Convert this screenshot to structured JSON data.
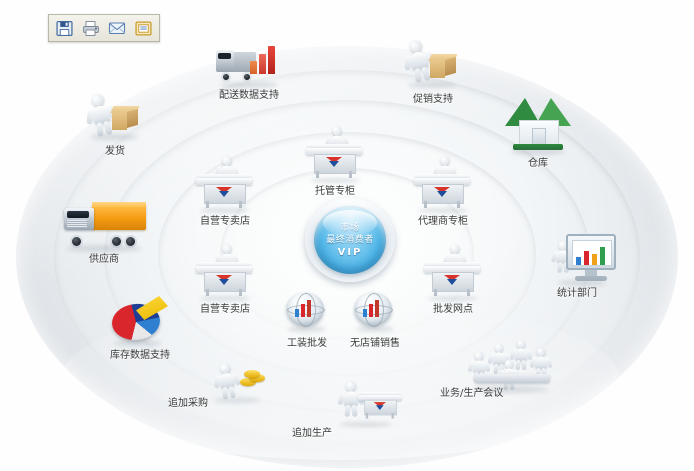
{
  "toolbar": {
    "buttons": [
      {
        "name": "save-button",
        "icon": "floppy-disk-icon",
        "title": "保存"
      },
      {
        "name": "print-button",
        "icon": "printer-icon",
        "title": "打印"
      },
      {
        "name": "email-button",
        "icon": "envelope-icon",
        "title": "发送邮件"
      },
      {
        "name": "export-button",
        "icon": "window-export-icon",
        "title": "导出"
      }
    ]
  },
  "center": {
    "line1": "市场",
    "line2": "最终消费者",
    "line3": "VIP"
  },
  "nodes": [
    {
      "id": "distribution-data-support",
      "label": "配送数据支持",
      "icon": "delivery-truck-chart-icon"
    },
    {
      "id": "promotion-support",
      "label": "促销支持",
      "icon": "person-box-icon"
    },
    {
      "id": "shipment",
      "label": "发货",
      "icon": "person-box-icon"
    },
    {
      "id": "warehouse",
      "label": "仓库",
      "icon": "house-icon"
    },
    {
      "id": "managed-counter",
      "label": "托管专柜",
      "icon": "counter-icon"
    },
    {
      "id": "self-operated-store-1",
      "label": "自营专卖店",
      "icon": "counter-icon"
    },
    {
      "id": "agent-counter",
      "label": "代理商专柜",
      "icon": "counter-icon"
    },
    {
      "id": "supplier",
      "label": "供应商",
      "icon": "cargo-truck-icon"
    },
    {
      "id": "self-operated-store-2",
      "label": "自营专卖店",
      "icon": "counter-icon"
    },
    {
      "id": "wholesale-outlet",
      "label": "批发网点",
      "icon": "counter-icon"
    },
    {
      "id": "statistics-department",
      "label": "统计部门",
      "icon": "monitor-chart-icon"
    },
    {
      "id": "workwear-wholesale",
      "label": "工装批发",
      "icon": "globe-chart-icon"
    },
    {
      "id": "no-store-sales",
      "label": "无店铺销售",
      "icon": "globe-chart-icon"
    },
    {
      "id": "inventory-data-support",
      "label": "库存数据支持",
      "icon": "pie-chart-icon"
    },
    {
      "id": "additional-purchase",
      "label": "追加采购",
      "icon": "person-coins-icon"
    },
    {
      "id": "additional-production",
      "label": "追加生产",
      "icon": "person-counter-icon"
    },
    {
      "id": "business-production-meeting",
      "label": "业务/生产会议",
      "icon": "meeting-group-icon"
    }
  ],
  "colors": {
    "ring_base": "#e2e6ea",
    "center_orb": "#56b9e9",
    "truck_orange": "#f59c12",
    "warehouse_green": "#2f8b3f",
    "chart_red": "#d8262c",
    "chart_blue": "#1f3f96",
    "chart_yellow": "#ffd93d"
  }
}
